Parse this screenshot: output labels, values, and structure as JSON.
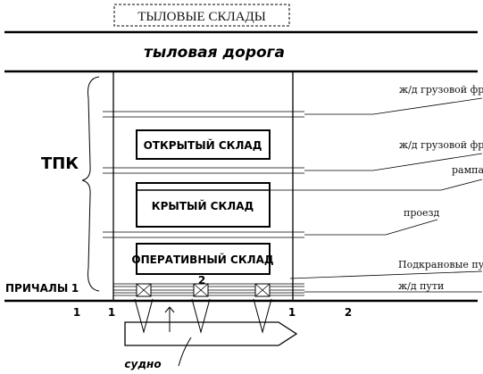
{
  "title": "ТЫЛОВЫЕ СКЛАДЫ",
  "road": "тыловая дорога",
  "tpk": "ТПК",
  "berths": "ПРИЧАЛЫ",
  "ship": "судно",
  "warehouses": {
    "open": "ОТКРЫТЫЙ СКЛАД",
    "covered": "КРЫТЫЙ СКЛАД",
    "operative": "ОПЕРАТИВНЫЙ СКЛАД"
  },
  "callouts": {
    "rail_front_1": "ж/д грузовой фронт",
    "rail_front_2": "ж/д грузовой фронт",
    "ramp": "рампа",
    "passage": "проезд",
    "crane_tracks": "Подкрановые пути",
    "rail_tracks": "ж/д пути"
  },
  "numbers": {
    "berth_1": "1",
    "berth_left_1": "1",
    "berth_mid_1": "1",
    "crane_2": "2",
    "berth_right_1": "1",
    "berth_right_2": "2"
  }
}
